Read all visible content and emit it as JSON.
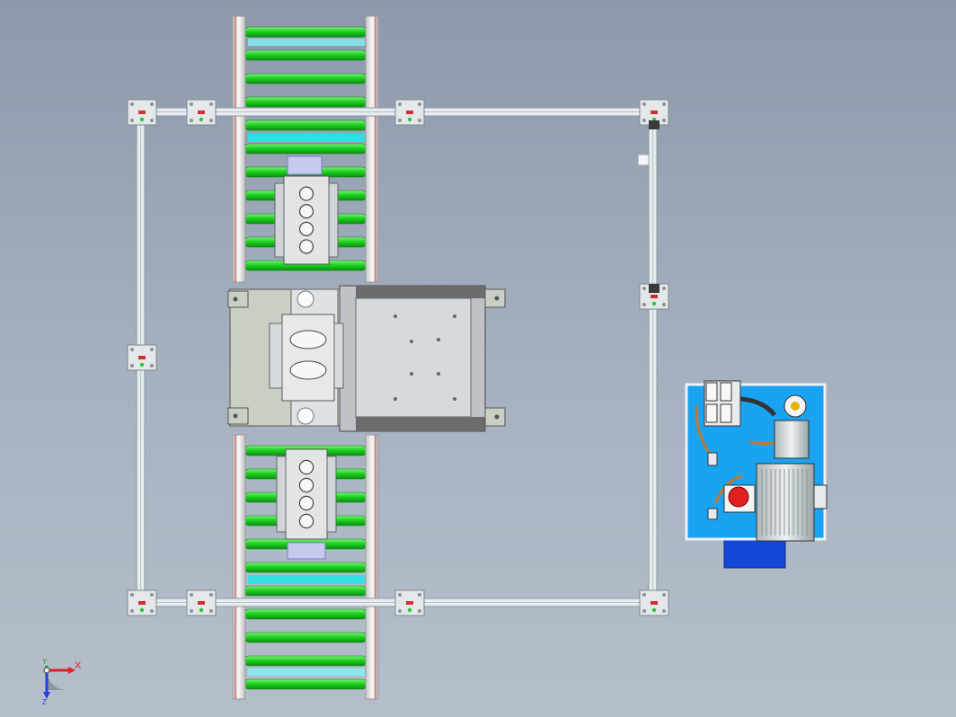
{
  "viewport": {
    "colors": {
      "background_top": "#8d99ab",
      "background_bottom": "#b5bfcb",
      "roller": "#1fd21f",
      "roller_shadow": "#0a8f12",
      "conveyor_rail": "#e8e8e8",
      "conveyor_edge": "#d05050",
      "frame_profile": "#e6ecef",
      "cross_plate": "#e4e8ea",
      "hydraulic_panel": "#1aa3f0",
      "motor": "#cfd6d8",
      "tank": "#1447d8",
      "emergency_button": "#e02020",
      "fixture_plate": "#c9cfc4",
      "work_table": "#cdd0d4",
      "engine_block": "#e2e4e6",
      "axis_x": "#e02020",
      "axis_y": "#20a020",
      "axis_z": "#2040e0"
    }
  },
  "axis_triad": {
    "x_label": "X",
    "y_label": "Y",
    "z_label": "Z"
  }
}
